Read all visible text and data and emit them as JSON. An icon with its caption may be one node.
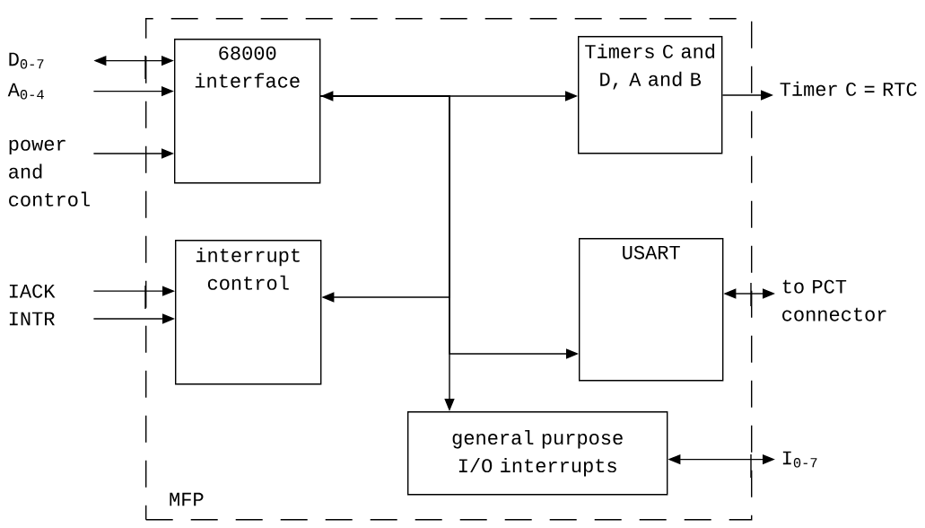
{
  "diagram": {
    "nodes": [
      {
        "text": [
          "MFP"
        ]
      },
      {
        "text": [
          "68000 interface"
        ],
        "in": 0
      },
      {
        "text": [
          "Timers C and D, A and B"
        ],
        "in": 0
      },
      {
        "text": [
          "interrupt control"
        ],
        "in": 0
      },
      {
        "text": [
          "USART"
        ],
        "in": 0
      },
      {
        "text": [
          "general purpose I/O interrupts"
        ],
        "in": 0
      },
      {
        "text": [
          "D$_{0-7}$"
        ]
      },
      {
        "text": [
          "A$_{0-4}$"
        ]
      },
      {
        "text": [
          "power and control"
        ]
      },
      {
        "text": [
          "IACK"
        ]
      },
      {
        "text": [
          "INTR"
        ]
      },
      {
        "text": [
          "Timer C = RTC"
        ]
      },
      {
        "text": [
          "to PCT connector"
        ]
      },
      {
        "text": [
          "I$_{0-7}$"
        ]
      }
    ],
    "edges": [
      {
        "from": 6,
        "to": 1,
        "arrow": "both"
      },
      {
        "from": 7,
        "to": 1,
        "arrow": "to"
      },
      {
        "from": 8,
        "to": 1,
        "arrow": "to"
      },
      {
        "from": 9,
        "to": 3,
        "arrow": "to"
      },
      {
        "from": 10,
        "to": 3,
        "arrow": "to"
      },
      {
        "from": 1,
        "to": 2,
        "arrow": "both"
      },
      {
        "from": 1,
        "to": 3,
        "arrow": "to"
      },
      {
        "from": 1,
        "to": 4,
        "arrow": "to"
      },
      {
        "from": 1,
        "to": 5,
        "arrow": "to"
      },
      {
        "from": 2,
        "to": 11,
        "arrow": "to"
      },
      {
        "from": 4,
        "to": 12,
        "arrow": "both"
      },
      {
        "from": 5,
        "to": 13,
        "arrow": "both"
      }
    ]
  }
}
